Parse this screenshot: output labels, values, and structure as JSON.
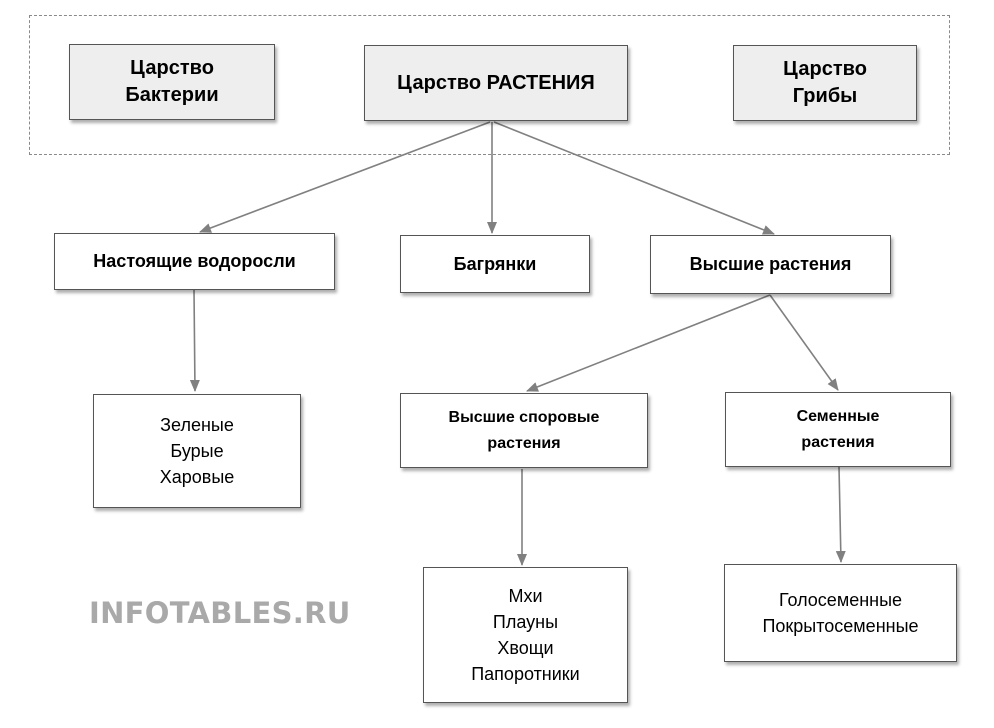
{
  "kingdoms": {
    "bacteria": [
      "Царство",
      "Бактерии"
    ],
    "plants": "Царство РАСТЕНИЯ",
    "fungi": [
      "Царство",
      "Грибы"
    ]
  },
  "level1": {
    "algae": "Настоящие водоросли",
    "red_algae": "Багрянки",
    "higher": "Высшие растения"
  },
  "level2": {
    "spore": [
      "Высшие споровые",
      "растения"
    ],
    "seed": [
      "Семенные",
      "растения"
    ]
  },
  "leaves": {
    "algae_types": [
      "Зеленые",
      "Бурые",
      "Харовые"
    ],
    "spore_types": [
      "Мхи",
      "Плауны",
      "Хвощи",
      "Папоротники"
    ],
    "seed_types": [
      "Голосеменные",
      "Покрытосеменные"
    ]
  },
  "watermark": "INFOTABLES.RU",
  "colors": {
    "connector": "#808080",
    "grey_fill": "#eeeeee",
    "border": "#555555",
    "watermark": "#a9a9a9"
  }
}
